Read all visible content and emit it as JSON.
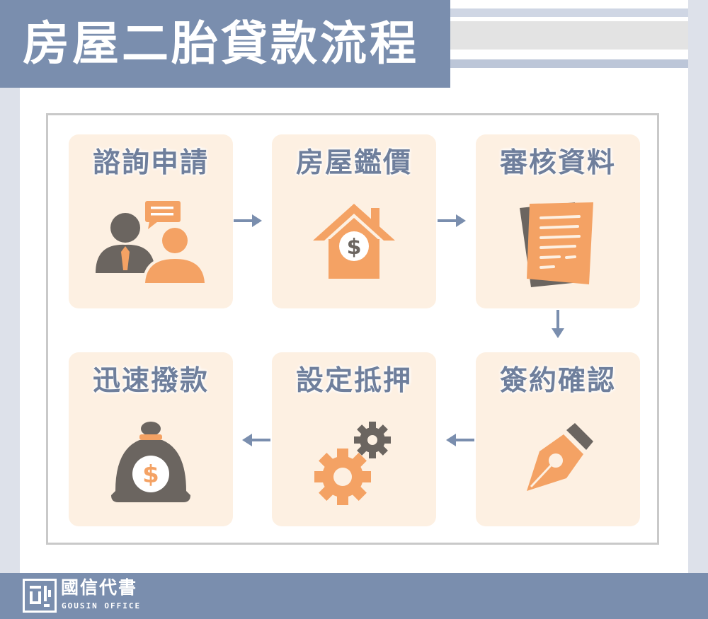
{
  "title": "房屋二胎貸款流程",
  "steps": [
    {
      "label": "諮詢申請",
      "icon": "consultation-icon"
    },
    {
      "label": "房屋鑑價",
      "icon": "house-dollar-icon"
    },
    {
      "label": "審核資料",
      "icon": "documents-icon"
    },
    {
      "label": "簽約確認",
      "icon": "pen-nib-icon"
    },
    {
      "label": "設定抵押",
      "icon": "gears-icon"
    },
    {
      "label": "迅速撥款",
      "icon": "money-bag-icon"
    }
  ],
  "footer": {
    "brand_cn": "國信代書",
    "brand_en": "GOUSIN OFFICE"
  },
  "colors": {
    "slate_blue": "#7a8eae",
    "card_bg": "#fdf0e2",
    "orange": "#f4a264",
    "dark_gray": "#6b6560"
  }
}
